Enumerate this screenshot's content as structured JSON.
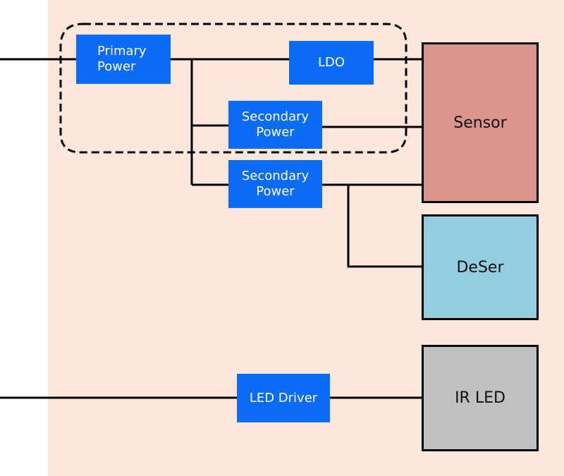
{
  "colors": {
    "panel_background": "#fce8da",
    "block_fill": "#0a6cf5",
    "block_text": "#ffffff",
    "wire": "#000000",
    "sensor_fill": "#d9948b",
    "deser_fill": "#93cddf",
    "ir_led_fill": "#c0c0c0"
  },
  "blocks": {
    "primary_power": {
      "line1": "Primary",
      "line2": "Power"
    },
    "ldo": {
      "label": "LDO"
    },
    "secondary_power_1": {
      "line1": "Secondary",
      "line2": "Power"
    },
    "secondary_power_2": {
      "line1": "Secondary",
      "line2": "Power"
    },
    "led_driver": {
      "label": "LED Driver"
    }
  },
  "devices": {
    "sensor": {
      "label": "Sensor"
    },
    "deser": {
      "label": "DeSer"
    },
    "ir_led": {
      "label": "IR LED"
    }
  }
}
